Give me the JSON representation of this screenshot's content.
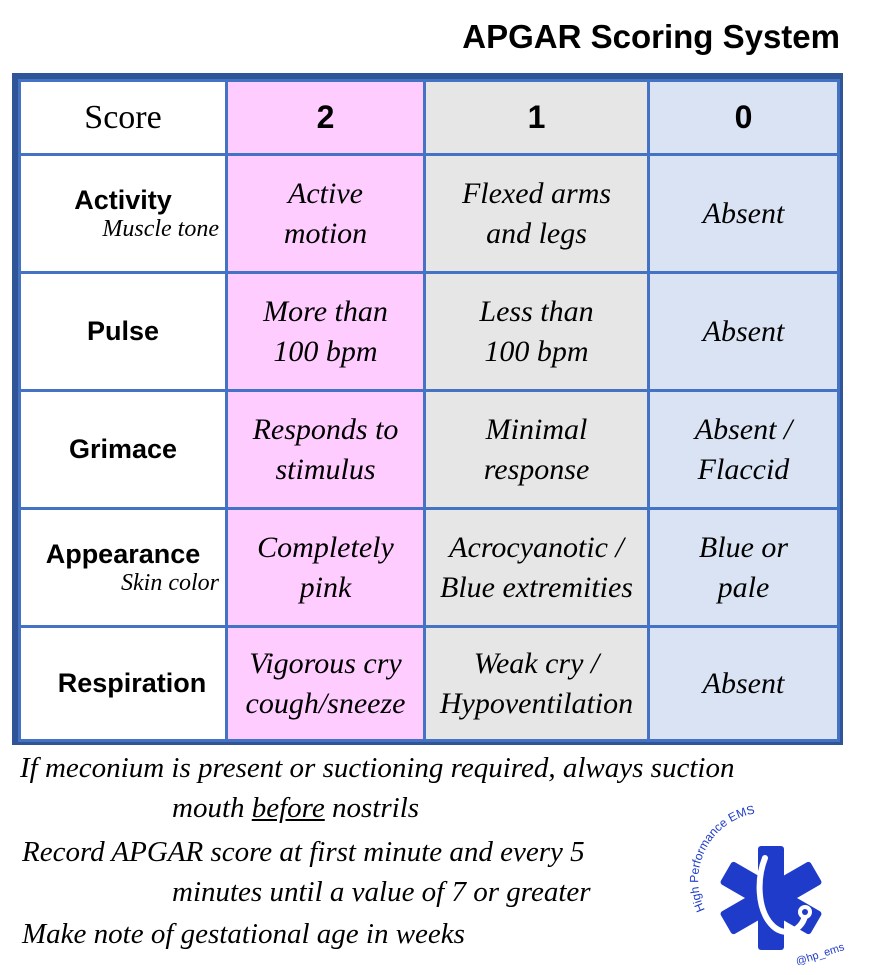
{
  "title": "APGAR Scoring System",
  "table": {
    "header": {
      "score_label": "Score",
      "col2": "2",
      "col1": "1",
      "col0": "0"
    },
    "rows": [
      {
        "label": "Activity",
        "sublabel": "Muscle tone",
        "s2": [
          "Active",
          "motion"
        ],
        "s1": [
          "Flexed arms",
          "and legs"
        ],
        "s0": [
          "Absent"
        ]
      },
      {
        "label": "Pulse",
        "sublabel": "",
        "s2": [
          "More than",
          "100 bpm"
        ],
        "s1": [
          "Less than",
          "100 bpm"
        ],
        "s0": [
          "Absent"
        ]
      },
      {
        "label": "Grimace",
        "sublabel": "",
        "s2": [
          "Responds to",
          "stimulus"
        ],
        "s1": [
          "Minimal",
          "response"
        ],
        "s0": [
          "Absent /",
          "Flaccid"
        ]
      },
      {
        "label": "Appearance",
        "sublabel": "Skin color",
        "s2": [
          "Completely",
          "pink"
        ],
        "s1": [
          "Acrocyanotic /",
          "Blue extremities"
        ],
        "s0": [
          "Blue or",
          "pale"
        ]
      },
      {
        "label": "Respiration",
        "sublabel": "",
        "s2": [
          "Vigorous cry",
          "cough/sneeze"
        ],
        "s1": [
          "Weak cry /",
          "Hypoventilation"
        ],
        "s0": [
          "Absent"
        ]
      }
    ]
  },
  "notes": {
    "note1_line1": "If meconium is present or suctioning required, always suction",
    "note1_line2_pre": "mouth ",
    "note1_line2_emph": "before",
    "note1_line2_post": " nostrils",
    "note2_line1": "Record APGAR score at first minute and every 5",
    "note2_line2": "minutes until a value of 7 or greater",
    "note3": "Make note of gestational age in weeks"
  },
  "logo": {
    "text": "High Performance EMS",
    "handle": "@hp_ems",
    "icon": "star-of-life-stethoscope-icon"
  },
  "colors": {
    "frame": "#2f5597",
    "grid": "#4472c4",
    "col2_bg": "#ffccff",
    "col1_bg": "#e7e6e6",
    "col0_bg": "#dae3f3",
    "logo": "#1f3bc9"
  }
}
